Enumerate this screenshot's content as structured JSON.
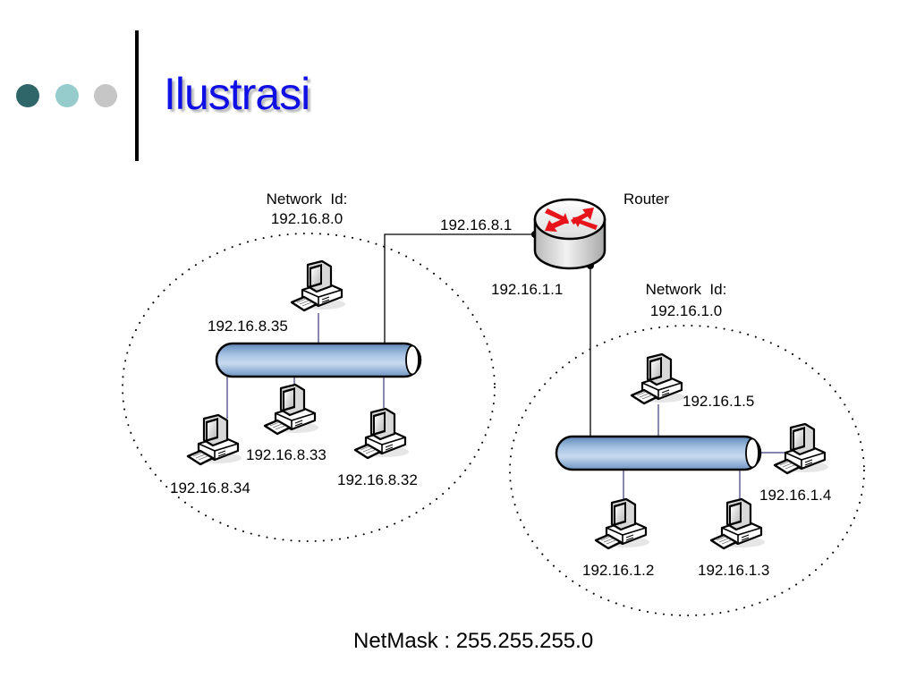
{
  "slide": {
    "title": "Ilustrasi",
    "bullet_dots": [
      {
        "name": "dark-teal",
        "color": "#2f6669"
      },
      {
        "name": "light-teal",
        "color": "#97cccd"
      },
      {
        "name": "gray",
        "color": "#c6c6c6"
      }
    ],
    "title_color": "#1010e6"
  },
  "diagram": {
    "router": {
      "label": "Router",
      "interfaces": {
        "left": "192.16.8.1",
        "bottom": "192.16.1.1"
      }
    },
    "networks": [
      {
        "id_label": "Network  Id:",
        "id_value": "192.16.8.0",
        "hosts": [
          "192.16.8.35",
          "192.16.8.33",
          "192.16.8.34",
          "192.16.8.32"
        ]
      },
      {
        "id_label": "Network  Id:",
        "id_value": "192.16.1.0",
        "hosts": [
          "192.16.1.5",
          "192.16.1.4",
          "192.16.1.2",
          "192.16.1.3"
        ]
      }
    ],
    "netmask": "NetMask : 255.255.255.0",
    "colors": {
      "bus_fill_top": "#c8daef",
      "bus_fill_mid": "#7fa7d2",
      "arrow_red": "#e8141c",
      "link_line": "#3a3a7a"
    }
  }
}
